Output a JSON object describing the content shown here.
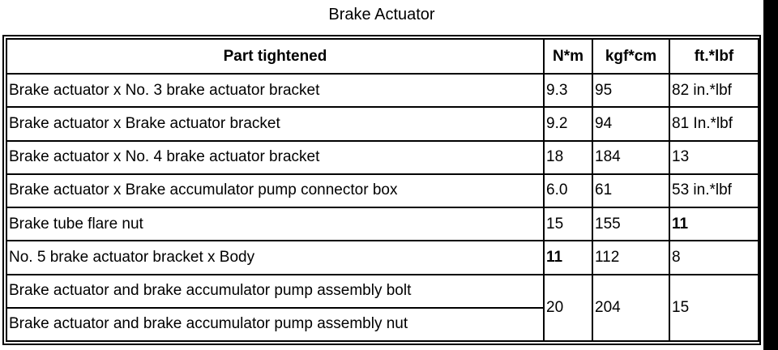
{
  "title": "Brake Actuator",
  "columns": [
    "Part tightened",
    "N*m",
    "kgf*cm",
    "ft.*lbf"
  ],
  "rows": [
    {
      "part": "Brake actuator x No. 3 brake actuator bracket",
      "nm": "9.3",
      "kgfcm": "95",
      "ftlbf": "82 in.*lbf"
    },
    {
      "part": "Brake actuator x Brake actuator bracket",
      "nm": "9.2",
      "kgfcm": "94",
      "ftlbf": "81 In.*lbf"
    },
    {
      "part": "Brake actuator x No. 4 brake actuator bracket",
      "nm": "18",
      "kgfcm": "184",
      "ftlbf": "13"
    },
    {
      "part": "Brake actuator x Brake accumulator pump connector box",
      "nm": "6.0",
      "kgfcm": "61",
      "ftlbf": "53 in.*lbf"
    },
    {
      "part": "Brake tube flare nut",
      "nm": "15",
      "kgfcm": "155",
      "ftlbf": "11"
    },
    {
      "part": "No. 5 brake actuator bracket x Body",
      "nm": "11",
      "kgfcm": "112",
      "ftlbf": "8"
    }
  ],
  "merged_group": {
    "parts": [
      "Brake actuator and brake accumulator pump assembly bolt",
      "Brake actuator and brake accumulator pump assembly nut"
    ],
    "nm": "20",
    "kgfcm": "204",
    "ftlbf": "15"
  }
}
